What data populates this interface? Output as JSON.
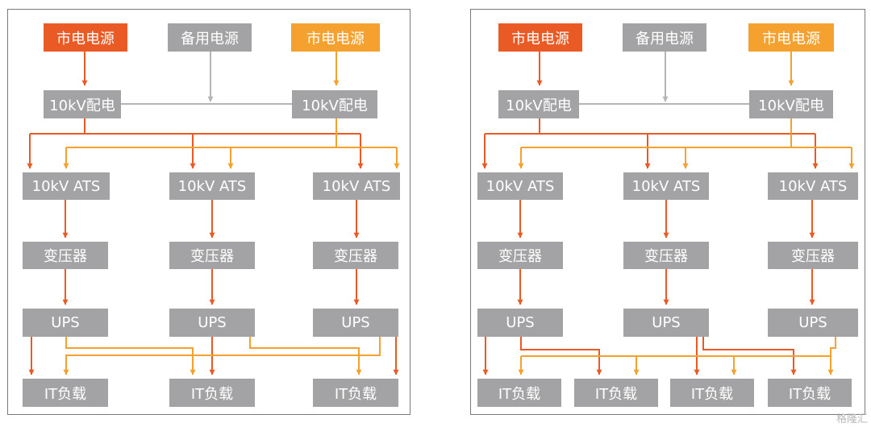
{
  "colors": {
    "red": "#ea5a25",
    "orange": "#f5a12f",
    "gray": "#a3a3a5",
    "line_gray": "#b5b5b5"
  },
  "labels": {
    "utility": "市电电源",
    "backup": "备用电源",
    "dist": "10kV配电",
    "ats": "10kV ATS",
    "transformer": "变压器",
    "ups": "UPS",
    "load": "IT负载"
  },
  "watermark": "格隆汇"
}
